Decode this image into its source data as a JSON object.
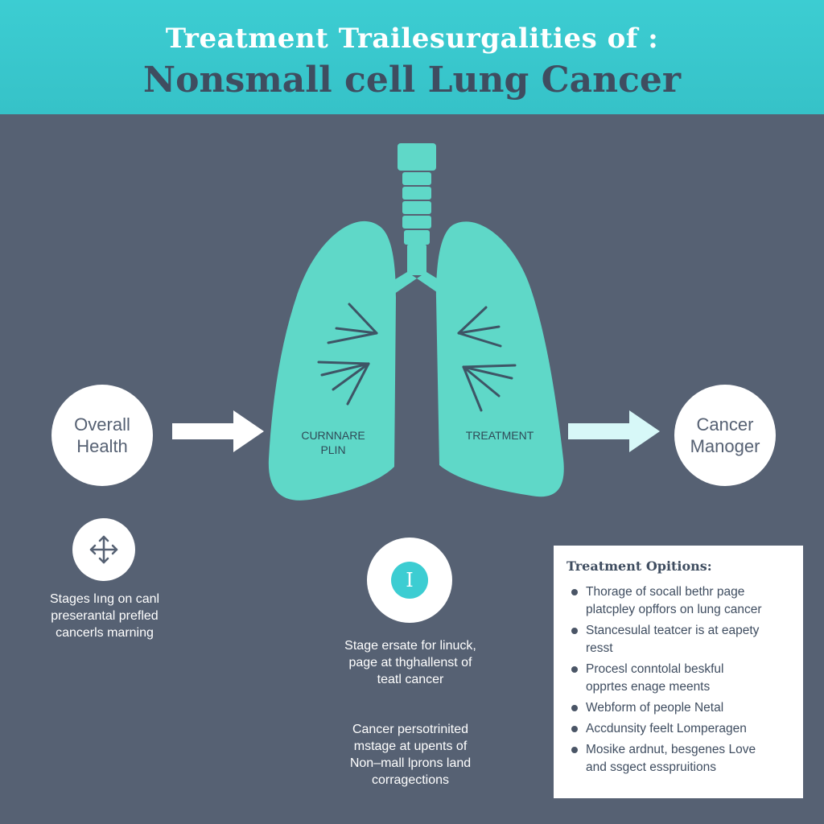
{
  "header": {
    "title_line1": "Treatment Trailesurgalities of :",
    "title_line2": "Nonsmall cell Lung Cancer"
  },
  "lungs": {
    "left_label_line1": "CURNNARE",
    "left_label_line2": "PLIN",
    "right_label": "TREATMENT"
  },
  "nodes": {
    "left": {
      "line1": "Overall",
      "line2": "Health"
    },
    "right": {
      "line1": "Cancer",
      "line2": "Manoger"
    }
  },
  "left_caption": [
    "Stages lıng on canl",
    "preserantal prefled",
    "cancerls marning"
  ],
  "info": {
    "icon_glyph": "I",
    "caption1": [
      "Stage ersate for linuck,",
      "page at thghallenst of",
      "teatl cancer"
    ],
    "caption2": [
      "Cancer persotrinited",
      "mstage at upents of",
      "Non–mall lprons land",
      "corragections"
    ]
  },
  "options": {
    "title": "Treatment Opitions:",
    "items": [
      [
        "Thorage of socall bethr page",
        "platcpley opffors on lung cancer"
      ],
      [
        "Stancesulal teatcer is at eapety",
        "resst"
      ],
      [
        "Procesl conntolal beskful",
        "opprtes enage meents"
      ],
      [
        "Webform of people Netal"
      ],
      [
        "Accdunsity feelt Lomperagen"
      ],
      [
        "Mosike ardnut, besgenes Love",
        "and ssgect esspruitions"
      ]
    ]
  },
  "colors": {
    "header_bg": "#3ccdd2",
    "page_bg": "#566173",
    "lung_fill": "#5fd8c8",
    "dark_text": "#3f4d60",
    "accent": "#3ccdd2"
  },
  "icons": {
    "move": "move-arrows-icon",
    "info": "info-icon",
    "arrow": "right-arrow-icon"
  }
}
